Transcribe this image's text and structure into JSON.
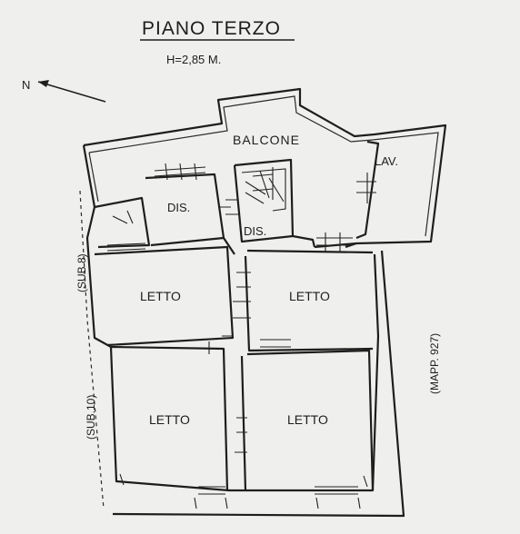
{
  "title": "PIANO TERZO",
  "height_note": "H=2,85 M.",
  "north": "N",
  "rooms": {
    "balcone": "BALCONE",
    "lav": "LAV.",
    "dis_left": "DIS.",
    "dis_right": "DIS.",
    "letto_1": "LETTO",
    "letto_2": "LETTO",
    "letto_3": "LETTO",
    "letto_4": "LETTO"
  },
  "side_labels": {
    "sub8": "(SUB 8)",
    "sub10": "(SUB.10)",
    "mapp": "(MAPP. 927)"
  },
  "colors": {
    "paper": "#efefed",
    "ink": "#1e1e1e"
  }
}
